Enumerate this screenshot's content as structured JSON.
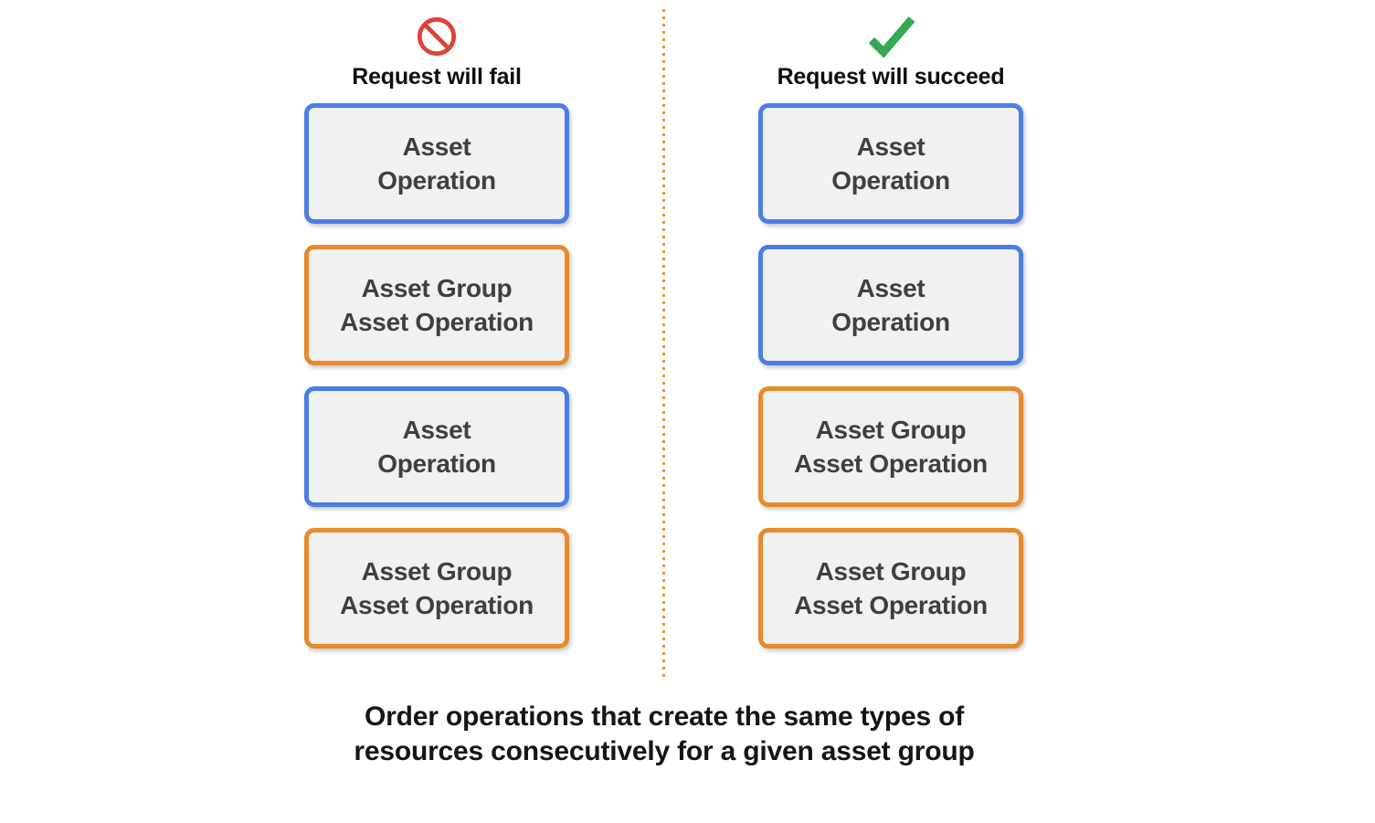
{
  "columns": {
    "fail": {
      "title": "Request will fail",
      "icon": "prohibition-icon",
      "boxes": [
        {
          "line1": "Asset",
          "line2": "Operation"
        },
        {
          "line1": "Asset Group",
          "line2": "Asset Operation"
        },
        {
          "line1": "Asset",
          "line2": "Operation"
        },
        {
          "line1": "Asset Group",
          "line2": "Asset Operation"
        }
      ]
    },
    "succeed": {
      "title": "Request will succeed",
      "icon": "checkmark-icon",
      "boxes": [
        {
          "line1": "Asset",
          "line2": "Operation"
        },
        {
          "line1": "Asset",
          "line2": "Operation"
        },
        {
          "line1": "Asset Group",
          "line2": "Asset Operation"
        },
        {
          "line1": "Asset Group",
          "line2": "Asset Operation"
        }
      ]
    }
  },
  "caption": {
    "line1": "Order operations that create the same types of",
    "line2": "resources consecutively for a given asset group"
  },
  "colors": {
    "asset_operation_border": "#4A7DE8",
    "asset_group_asset_operation_border": "#E8892B",
    "fail_icon_red": "#DB4437",
    "succeed_icon_green": "#34A853",
    "divider_orange": "#E8962F",
    "box_background": "#F1F1F2",
    "box_text": "#3C4043"
  }
}
